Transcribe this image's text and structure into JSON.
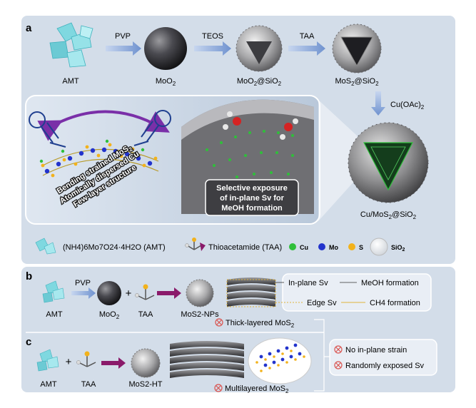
{
  "panel_a": {
    "letter": "a",
    "steps": {
      "amt": "AMT",
      "moo2": "MoO",
      "moo2_sio2": "MoO",
      "mos2_sio2": "MoS",
      "cu_mos2_sio2": "Cu/MoS"
    },
    "arrows": {
      "pvp": "PVP",
      "teos": "TEOS",
      "taa": "TAA",
      "cu_oac2": "Cu(OAc)"
    },
    "inset_labels": [
      "Bending strained MoS",
      "Atomically dispersed Cu",
      "Few-layer structure"
    ],
    "selective_box": [
      "Selective exposure",
      "of in-plane Sv for",
      "MeOH formation"
    ],
    "legend": {
      "amt": "(NH4)6Mo7O24·4H2O (AMT)",
      "taa": "Thioacetamide (TAA)",
      "cu": "Cu",
      "mo": "Mo",
      "s": "S",
      "sio2": "SiO"
    }
  },
  "panel_b": {
    "letter": "b",
    "amt": "AMT",
    "pvp": "PVP",
    "moo2": "MoO",
    "plus": "+",
    "taa": "TAA",
    "mos2_nps": "MoS2-NPs",
    "thick": "Thick-layered MoS",
    "inplane_sv": "In-plane Sv",
    "meoh": "MeOH formation",
    "edge_sv": "Edge Sv",
    "ch4": "CH4 formation"
  },
  "panel_c": {
    "letter": "c",
    "amt": "AMT",
    "plus": "+",
    "taa": "TAA",
    "mos2_ht": "MoS2-HT",
    "multi": "Multilayered MoS",
    "no_strain": "No in-plane strain",
    "random_sv": "Randomly exposed Sv"
  },
  "colors": {
    "panel_bg": "#d3dde9",
    "arrow_blue": "#7f9fd4",
    "purple_arrow": "#7a2fa8",
    "cu_green": "#2fbf3a",
    "mo_blue": "#2233cc",
    "s_yellow": "#f2b21c",
    "reject_red": "#d9534f",
    "crystal_cyan": "#7fd8e0"
  }
}
